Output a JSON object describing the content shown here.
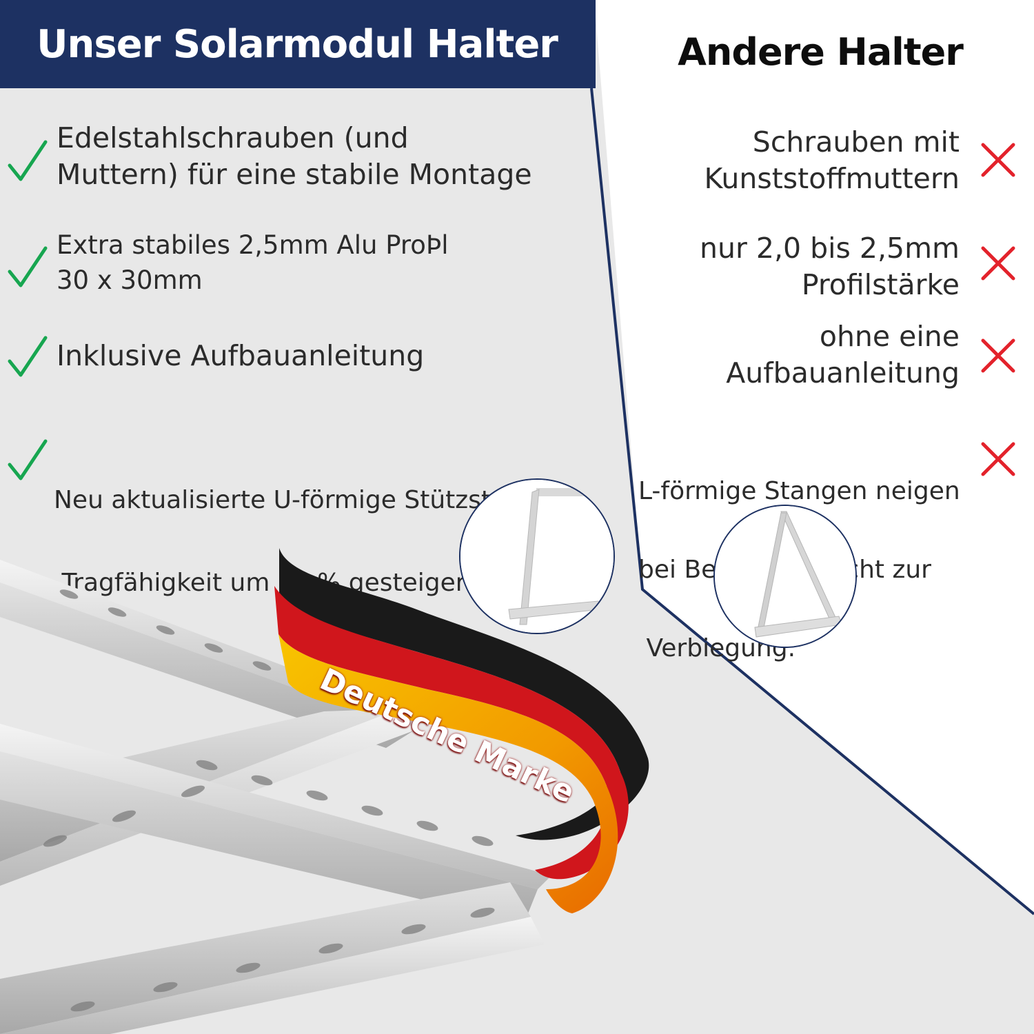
{
  "colors": {
    "navy": "#1d3162",
    "check_green": "#17a650",
    "cross_red": "#e3222b",
    "panel_left_bg": "#e8e8e8",
    "panel_right_bg": "#ffffff"
  },
  "left": {
    "title": "Unser Solarmodul Halter",
    "items": [
      {
        "icon": "check-icon",
        "lines": [
          "Edelstahlschrauben (und",
          "Muttern) für eine stabile Montage"
        ]
      },
      {
        "icon": "check-icon",
        "lines": [
          "Extra stabiles 2,5mm Alu ProÞl",
          "30 x 30mm"
        ]
      },
      {
        "icon": "check-icon",
        "lines": [
          "Inklusive Aufbauanleitung"
        ]
      },
      {
        "icon": "check-icon",
        "lines": [
          "Neu aktualisierte U-förmige Stützstangen",
          " Tragfähigkeit um 15 % gesteigert"
        ]
      }
    ]
  },
  "right": {
    "title": "Andere Halter",
    "items": [
      {
        "icon": "cross-icon",
        "lines": [
          "Schrauben mit",
          "Kunststoffmuttern"
        ]
      },
      {
        "icon": "cross-icon",
        "lines": [
          "nur 2,0 bis 2,5mm",
          "Profilstärke"
        ]
      },
      {
        "icon": "cross-icon",
        "lines": [
          "ohne eine",
          "Aufbauanleitung"
        ]
      },
      {
        "icon": "cross-icon",
        "lines": [
          "L-förmige Stangen neigen",
          "bei Belastung leicht zur",
          " Verbiegung."
        ]
      }
    ]
  },
  "badge": {
    "text": "Deutsche Marke",
    "flag_colors": [
      "#1a1a1a",
      "#d0161c",
      "#f6b800"
    ]
  }
}
